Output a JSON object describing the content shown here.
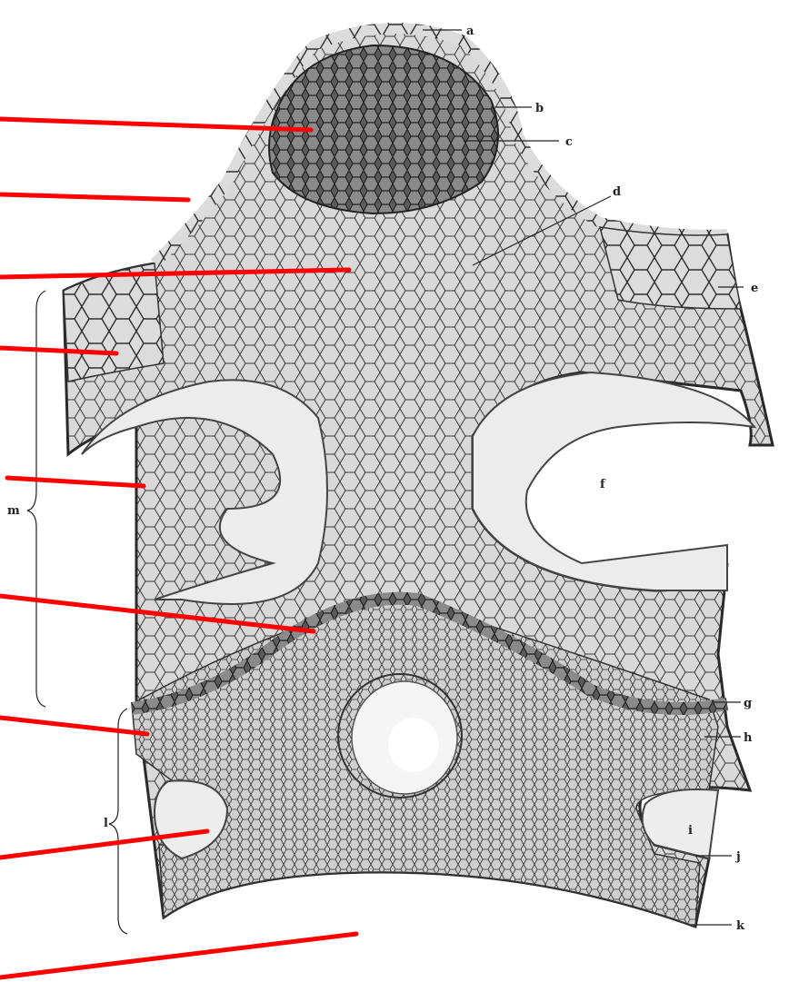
{
  "diagram": {
    "labels": {
      "a": "a",
      "b": "b",
      "c": "c",
      "d": "d",
      "e": "e",
      "f": "f",
      "g": "g",
      "h": "h",
      "i": "i",
      "j": "j",
      "k": "k",
      "l": "l",
      "m": "m"
    },
    "colors": {
      "background": "#ffffff",
      "tissue_fill": "#d9d9d9",
      "cell_line": "#3a3a3a",
      "bundle_dark": "#5a5a5a",
      "air_space": "#ececec",
      "pointer_lines": "#ff0000"
    }
  }
}
